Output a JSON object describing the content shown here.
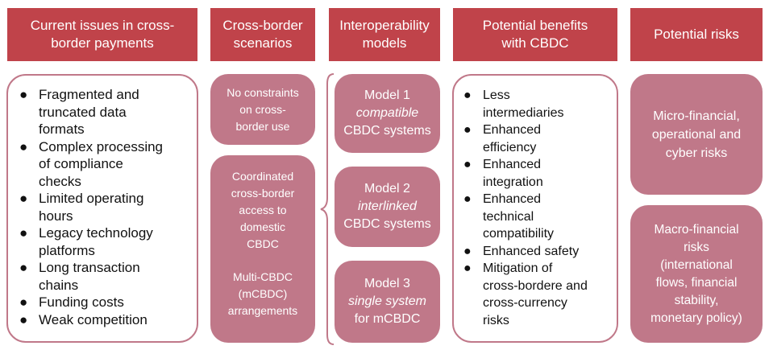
{
  "headers": [
    {
      "line1": "Current issues in cross-",
      "line2": "border payments"
    },
    {
      "line1": "Cross-border",
      "line2": "scenarios"
    },
    {
      "line1": "Interoperability",
      "line2": "models"
    },
    {
      "line1": "Potential benefits",
      "line2": "with CBDC"
    },
    {
      "line1": "Potential risks",
      "line2": ""
    }
  ],
  "issues": [
    [
      "Fragmented and",
      "truncated data",
      "formats"
    ],
    [
      "Complex processing",
      "of compliance",
      "checks"
    ],
    [
      "Limited operating",
      "hours"
    ],
    [
      "Legacy technology",
      "platforms"
    ],
    [
      "Long transaction",
      "chains"
    ],
    [
      "Funding costs"
    ],
    [
      "Weak competition"
    ]
  ],
  "scenarios": {
    "first": [
      "No constraints",
      "on cross-",
      "border use"
    ],
    "second": [
      "Coordinated",
      "cross-border",
      "access to",
      "domestic",
      "CBDC"
    ],
    "third": [
      "Multi-CBDC",
      "(mCBDC)",
      "arrangements"
    ]
  },
  "models": [
    {
      "title": "Model 1",
      "type": "compatible",
      "tail": "CBDC systems"
    },
    {
      "title": "Model 2",
      "type": "interlinked",
      "tail": "CBDC systems"
    },
    {
      "title": "Model 3",
      "type": "single system",
      "tail": "for mCBDC"
    }
  ],
  "benefits": [
    [
      "Less",
      "intermediaries"
    ],
    [
      "Enhanced",
      "efficiency"
    ],
    [
      "Enhanced",
      "integration"
    ],
    [
      "Enhanced",
      "technical",
      "compatibility"
    ],
    [
      "Enhanced safety"
    ],
    [
      "Mitigation of",
      "cross-bordere and",
      "cross-currency",
      "risks"
    ]
  ],
  "risks": {
    "micro": [
      "Micro-financial,",
      "operational and",
      "cyber risks"
    ],
    "macro": [
      "Macro-financial",
      "risks",
      "(international",
      "flows, financial",
      "stability,",
      "monetary policy)"
    ]
  },
  "bullet_glyph": "●",
  "colors": {
    "header": "#c0434a",
    "box": "#c07889",
    "outline": "#c07889"
  }
}
